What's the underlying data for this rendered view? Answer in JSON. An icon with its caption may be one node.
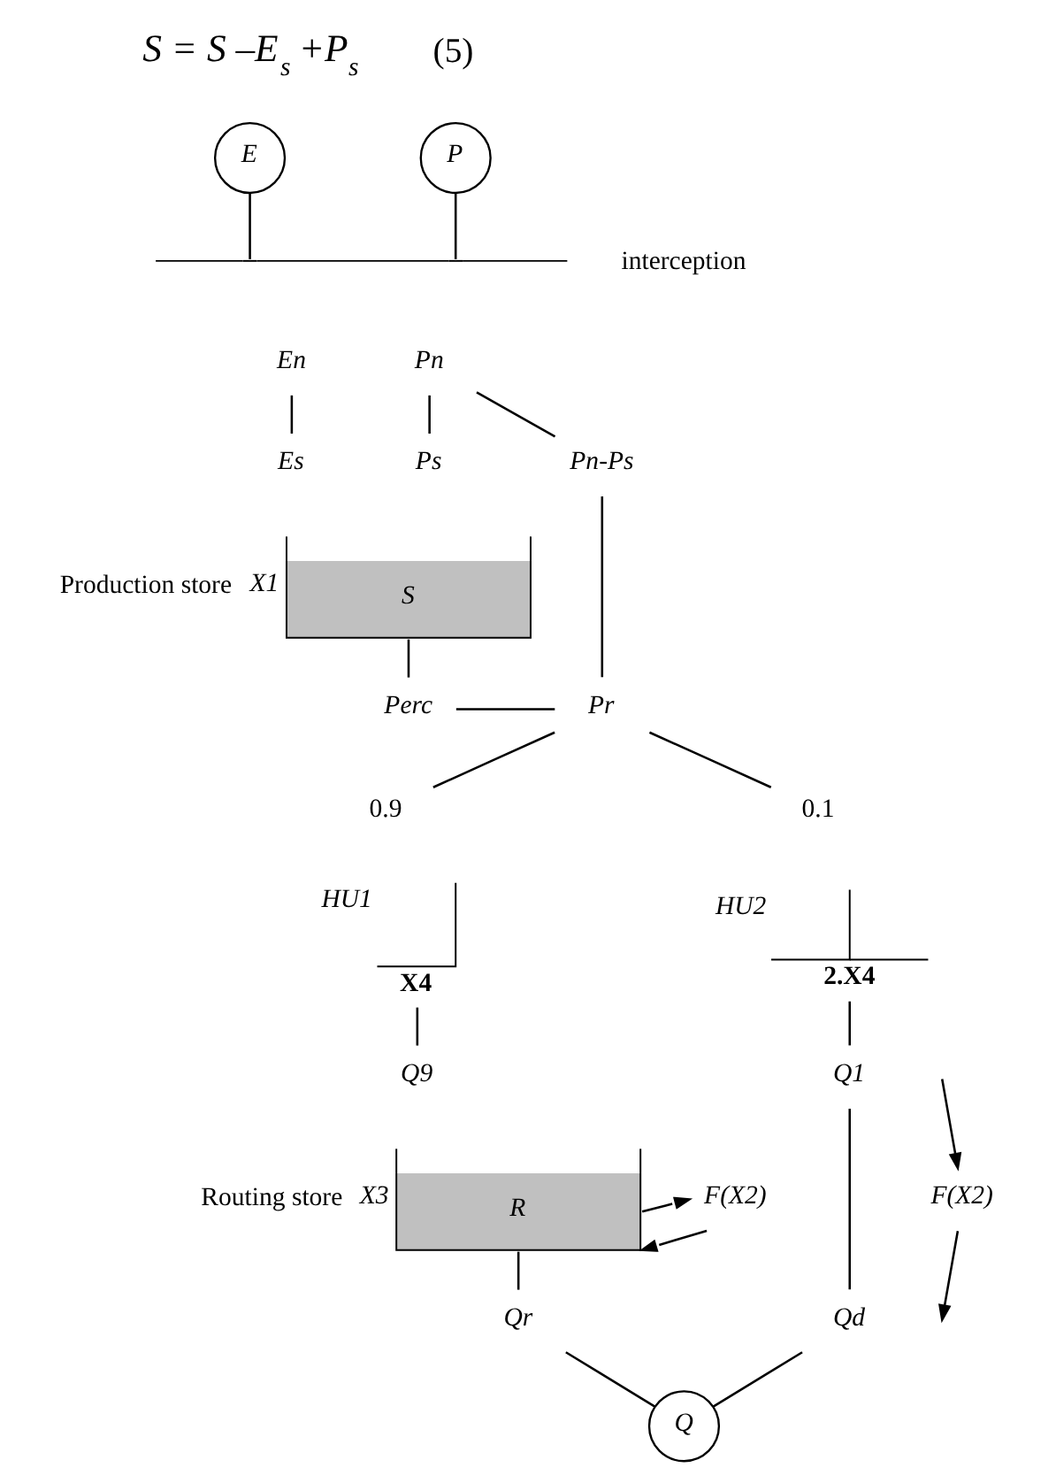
{
  "diagram": {
    "nodes": [
      {
        "text": [
          "E"
        ]
      },
      {
        "text": [
          "P"
        ]
      },
      {
        "text": [],
        "shape": "bar",
        "beside": [
          "interception"
        ]
      },
      {
        "text": [
          "En"
        ]
      },
      {
        "text": [
          "Pn"
        ]
      },
      {
        "text": [
          "Es"
        ]
      },
      {
        "text": [
          "Ps"
        ]
      },
      {
        "text": [
          "Pn-Ps"
        ]
      },
      {
        "text": [
          "S"
        ],
        "beside": [
          "Production store",
          "X1"
        ]
      },
      {
        "text": [
          "Perc"
        ]
      },
      {
        "text": [
          "Pr"
        ]
      },
      {
        "text": [
          "0.9"
        ]
      },
      {
        "text": [
          "0.1"
        ]
      },
      {
        "text": [
          "HU1",
          "X4"
        ]
      },
      {
        "text": [
          "HU2",
          "2.X4"
        ]
      },
      {
        "text": [
          "Q9"
        ]
      },
      {
        "text": [
          "Q1"
        ]
      },
      {
        "text": [
          "R"
        ],
        "beside": [
          "Routing store",
          "X3"
        ]
      },
      {
        "text": [
          "F(X2)"
        ]
      },
      {
        "text": [
          "F(X2)"
        ]
      },
      {
        "text": [
          "Qr"
        ]
      },
      {
        "text": [
          "Qd"
        ]
      },
      {
        "text": [
          "Q"
        ]
      }
    ],
    "edges": [
      {
        "from": 0,
        "to": 2,
        "arrow": "none"
      },
      {
        "from": 1,
        "to": 2,
        "arrow": "none"
      },
      {
        "from": 3,
        "to": 5,
        "arrow": "none"
      },
      {
        "from": 4,
        "to": 6,
        "arrow": "none"
      },
      {
        "from": 4,
        "to": 7,
        "arrow": "none"
      },
      {
        "from": 7,
        "to": 10,
        "arrow": "none"
      },
      {
        "from": 8,
        "to": 9,
        "arrow": "none"
      },
      {
        "from": 9,
        "to": 10,
        "arrow": "none"
      },
      {
        "from": 10,
        "to": 11,
        "arrow": "none"
      },
      {
        "from": 10,
        "to": 12,
        "arrow": "none"
      },
      {
        "from": 13,
        "to": 15,
        "arrow": "none"
      },
      {
        "from": 14,
        "to": 16,
        "arrow": "none"
      },
      {
        "from": 17,
        "to": 18,
        "arrow": "to"
      },
      {
        "from": 18,
        "to": 17,
        "arrow": "to"
      },
      {
        "from": 16,
        "to": 21,
        "arrow": "none"
      },
      {
        "from": null,
        "to": 19,
        "arrow": "to"
      },
      {
        "from": 19,
        "to": null,
        "arrow": "to"
      },
      {
        "from": 17,
        "to": 20,
        "arrow": "none"
      },
      {
        "from": 20,
        "to": 22,
        "arrow": "none"
      },
      {
        "from": 21,
        "to": 22,
        "arrow": "none"
      }
    ],
    "labels": [
      "S = S –E$_{s}$ +P$_{s}$",
      "(5)"
    ]
  }
}
